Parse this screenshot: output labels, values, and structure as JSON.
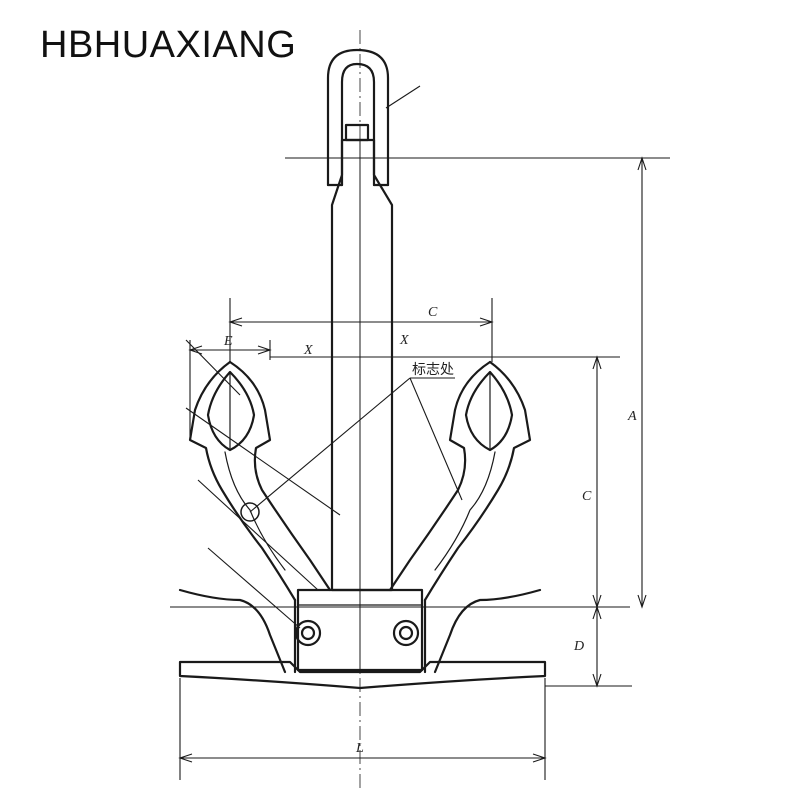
{
  "brand": "HBHUAXIANG",
  "dimension_labels": {
    "A": "A",
    "C_top": "C",
    "C_side": "C",
    "D": "D",
    "E": "E",
    "L": "L",
    "X_left": "X",
    "X_right": "X"
  },
  "mark_label": "标志处",
  "colors": {
    "ink": "#1a1a1a",
    "background": "#ffffff"
  }
}
